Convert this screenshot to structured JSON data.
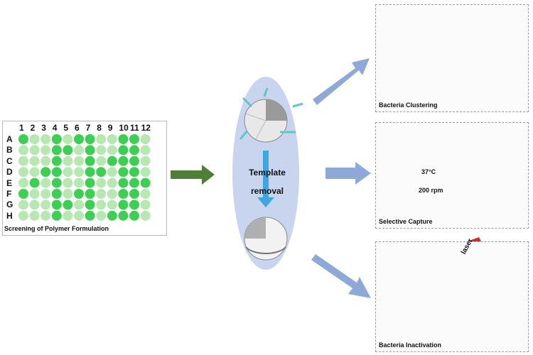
{
  "plate": {
    "columns": [
      "1",
      "2",
      "3",
      "4",
      "5",
      "6",
      "7",
      "8",
      "9",
      "10",
      "11",
      "12"
    ],
    "rows": [
      "A",
      "B",
      "C",
      "D",
      "E",
      "F",
      "G",
      "H"
    ],
    "caption": "Screening of Polymer Formulation"
  },
  "center": {
    "step_label_line1": "Template",
    "step_label_line2": "removal"
  },
  "panels": {
    "top": {
      "label": "Bacteria Clustering"
    },
    "middle": {
      "label": "Selective Capture",
      "temp": "37°C",
      "speed": "200 rpm"
    },
    "bottom": {
      "label": "Bacteria Inactivation",
      "laser": "laser"
    }
  },
  "colors": {
    "well_light": "#b7e8b2",
    "well_dark": "#3ccf52",
    "green_arrow": "#4f7f36",
    "blue_arrow": "#8ea9d8",
    "ellipse": "#c9d4ee",
    "bacteria": "#a5d9a0",
    "teal": "#5ec8c4"
  }
}
